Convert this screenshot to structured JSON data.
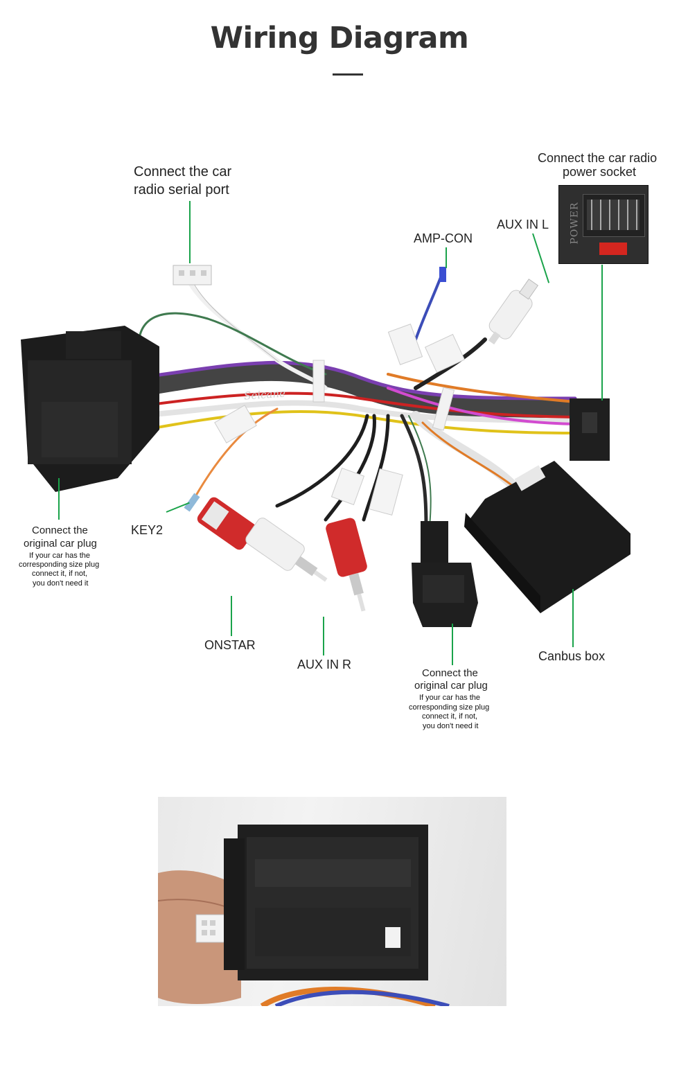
{
  "header": {
    "title": "Wiring Diagram"
  },
  "callouts": {
    "serial_port_line1": "Connect the car",
    "serial_port_line2": "radio  serial port",
    "power_socket_line1": "Connect the car radio",
    "power_socket_line2": "power socket",
    "aux_in_l": "AUX IN L",
    "amp_con": "AMP-CON",
    "key2": "KEY2",
    "onstar": "ONSTAR",
    "aux_in_r": "AUX IN R",
    "canbus_box": "Canbus box",
    "left_plug_line1": "Connect the",
    "left_plug_line2": "original car plug",
    "left_note": [
      "If your car has the",
      "corresponding size plug",
      "connect it, if not,",
      "you don't need it"
    ],
    "bottom_plug_line1": "Connect the",
    "bottom_plug_line2": "original car plug",
    "bottom_note": [
      "If your car has the",
      "corresponding size plug",
      "connect it, if not,",
      "you don't need it"
    ]
  },
  "product_labels": {
    "harness_brand": "Seicane",
    "power_socket_mark": "POWER"
  },
  "colors": {
    "leader_line": "#1aa34a",
    "title": "#333333",
    "connector_black": "#1c1c1c"
  }
}
